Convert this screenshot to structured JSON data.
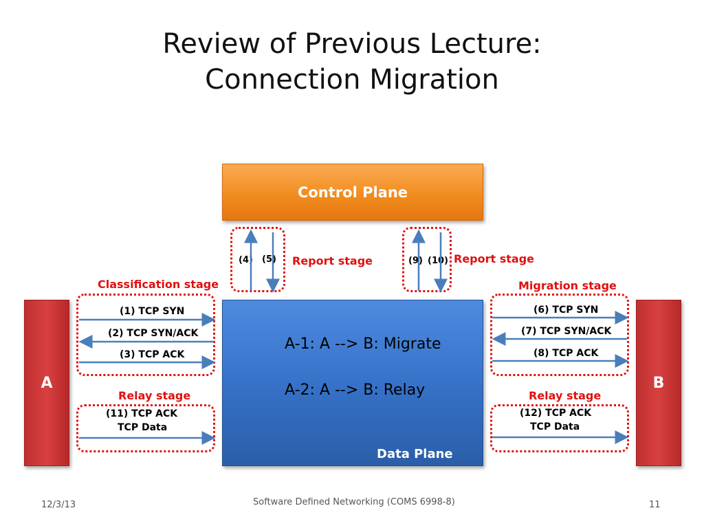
{
  "title": {
    "line1": "Review of Previous Lecture:",
    "line2": "Connection Migration"
  },
  "control_plane": {
    "label": "Control Plane"
  },
  "data_plane": {
    "label": "Data Plane",
    "line1": "A-1: A --> B: Migrate",
    "line2": "A-2: A --> B: Relay"
  },
  "hosts": {
    "a": "A",
    "b": "B"
  },
  "stages": {
    "classification": "Classification stage",
    "report_left": "Report stage",
    "report_right": "Report stage",
    "migration": "Migration stage",
    "relay_left": "Relay stage",
    "relay_right": "Relay stage"
  },
  "messages": {
    "m1": "(1) TCP SYN",
    "m2": "(2) TCP SYN/ACK",
    "m3": "(3) TCP ACK",
    "m4": "(4)",
    "m5": "(5)",
    "m6": "(6) TCP SYN",
    "m7": "(7) TCP SYN/ACK",
    "m8": "(8) TCP ACK",
    "m9": "(9)",
    "m10": "(10)",
    "m11a": "(11) TCP ACK",
    "m11b": "TCP Data",
    "m12a": "(12) TCP ACK",
    "m12b": "TCP Data"
  },
  "colors": {
    "arrow": "#4a7ebb",
    "stage_red": "#e01010",
    "control_plane": "#f08a1c",
    "data_plane": "#3570c6",
    "host": "#d84040"
  },
  "footer": {
    "date": "12/3/13",
    "course": "Software Defined Networking (COMS 6998-8)",
    "page": "11"
  }
}
